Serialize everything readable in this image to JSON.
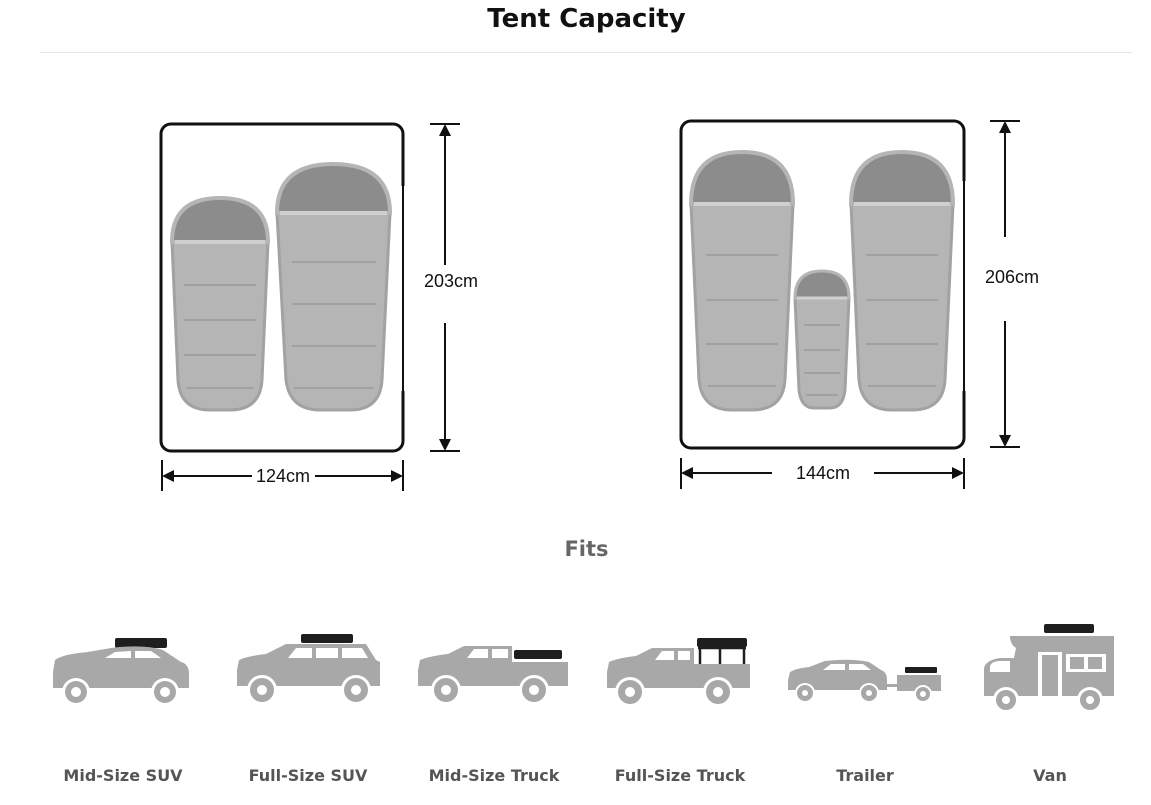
{
  "title": "Tent Capacity",
  "diagrams": [
    {
      "name": "two-person-tent",
      "width_label": "124cm",
      "height_label": "203cm",
      "sleeping_bags": 2
    },
    {
      "name": "family-tent",
      "width_label": "144cm",
      "height_label": "206cm",
      "sleeping_bags": 3
    }
  ],
  "fits": {
    "heading": "Fits",
    "vehicles": [
      {
        "label": "Mid-Size SUV",
        "icon": "mid-size-suv-icon"
      },
      {
        "label": "Full-Size SUV",
        "icon": "full-size-suv-icon"
      },
      {
        "label": "Mid-Size Truck",
        "icon": "mid-size-truck-icon"
      },
      {
        "label": "Full-Size Truck",
        "icon": "full-size-truck-icon"
      },
      {
        "label": "Trailer",
        "icon": "trailer-icon"
      },
      {
        "label": "Van",
        "icon": "van-icon"
      }
    ]
  },
  "colors": {
    "bag": "#b5b5b5",
    "bag_hood": "#8c8c8c",
    "vehicle": "#a8a8a8",
    "roof_box": "#1e1e1e"
  }
}
